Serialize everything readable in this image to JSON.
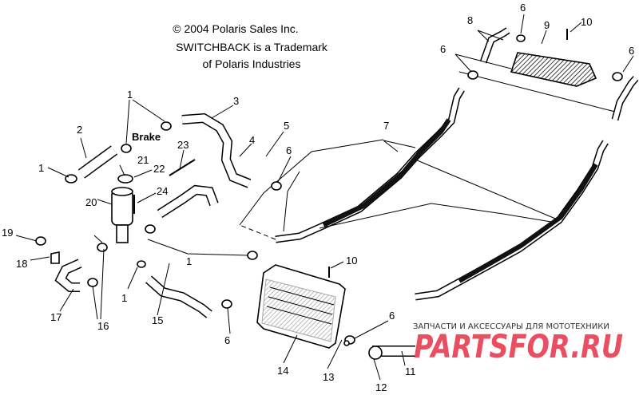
{
  "header": {
    "copyright": "© 2004 Polaris Sales Inc.",
    "trademark_line1": "SWITCHBACK is a Trademark",
    "trademark_line2": "of Polaris Industries"
  },
  "annotations": {
    "brake": "Brake"
  },
  "callouts": [
    "1",
    "1",
    "1",
    "1",
    "2",
    "3",
    "4",
    "5",
    "6",
    "6",
    "6",
    "6",
    "6",
    "6",
    "7",
    "8",
    "9",
    "10",
    "10",
    "11",
    "12",
    "13",
    "14",
    "15",
    "16",
    "17",
    "18",
    "19",
    "20",
    "21",
    "22",
    "23",
    "24"
  ],
  "watermark": {
    "tagline": "ЗАПЧАСТИ И АКСЕССУАРЫ ДЛЯ МОТОТЕХНИКИ",
    "brand": "PARTSFOR.RU"
  }
}
